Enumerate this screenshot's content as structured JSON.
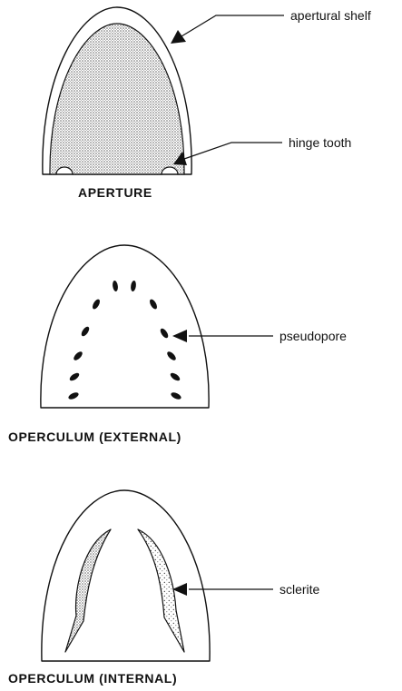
{
  "figures": {
    "aperture": {
      "caption": "APERTURE",
      "labels": {
        "apertural_shelf": "apertural shelf",
        "hinge_tooth": "hinge tooth"
      }
    },
    "operculum_external": {
      "caption": "OPERCULUM  (EXTERNAL)",
      "labels": {
        "pseudopore": "pseudopore"
      }
    },
    "operculum_internal": {
      "caption": "OPERCULUM  (INTERNAL)",
      "labels": {
        "sclerite": "sclerite"
      }
    }
  },
  "colors": {
    "ink": "#111111",
    "stipple": "#b8b8b8",
    "background": "#ffffff"
  }
}
